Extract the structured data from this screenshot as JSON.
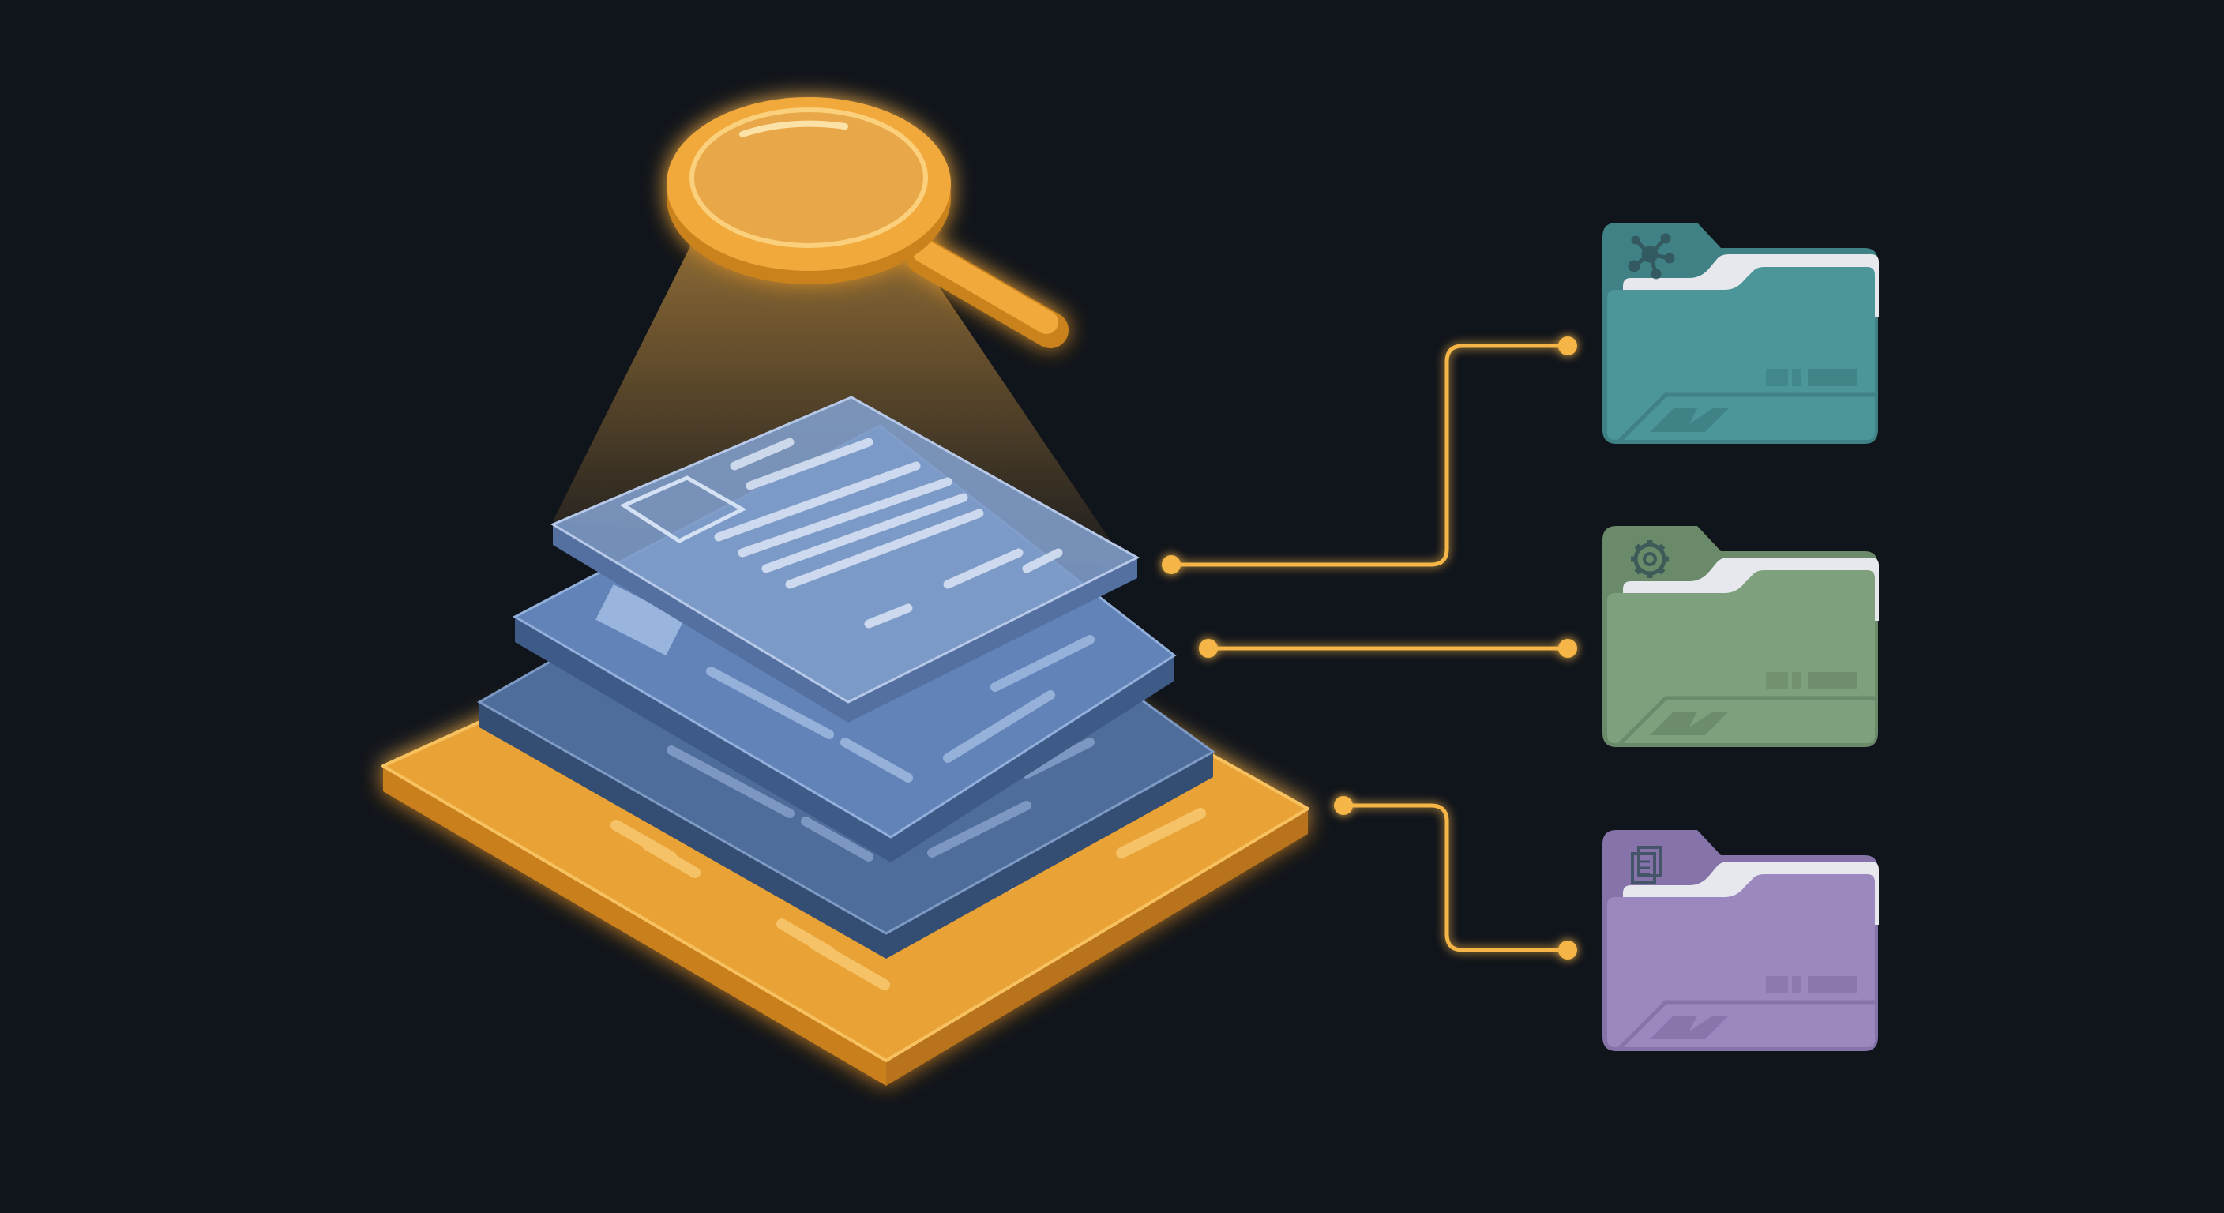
{
  "palette": {
    "background": "#10141b",
    "gold": "#f2a93b",
    "gold_dark": "#c97f1f",
    "blue_top": "#7f9cc9",
    "blue_mid": "#6283b8",
    "blue_low": "#4f6d9a",
    "connector": "#f5b547"
  },
  "magnifier": {
    "icon": "magnifying-glass-icon"
  },
  "document_stack": {
    "layers": 3,
    "base": "gold-document-plate"
  },
  "folders": [
    {
      "id": "network",
      "icon": "network-nodes-icon",
      "color": "#4c9599",
      "tab": "#3f8185"
    },
    {
      "id": "settings",
      "icon": "gear-icon",
      "color": "#7fa07c",
      "tab": "#6b8a69"
    },
    {
      "id": "documents",
      "icon": "documents-icon",
      "color": "#9a88bf",
      "tab": "#8573aa"
    }
  ]
}
